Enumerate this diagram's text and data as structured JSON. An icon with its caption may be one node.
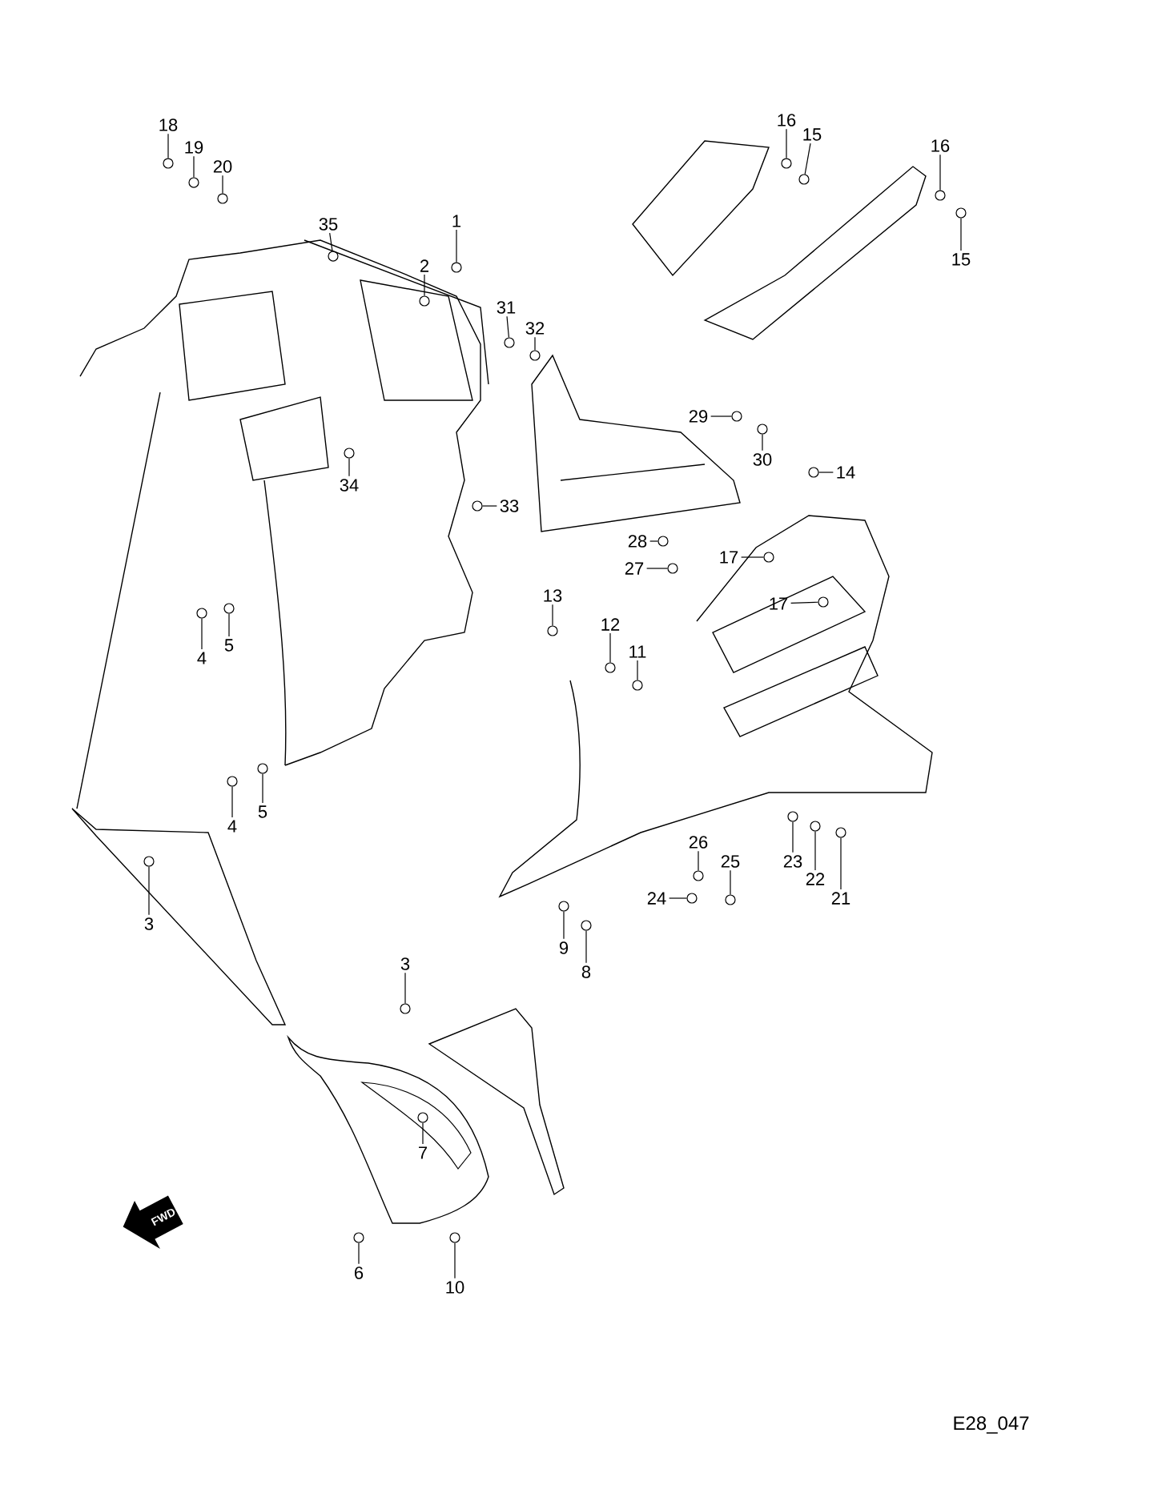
{
  "diagram": {
    "nodes": [
      {
        "text": [
          "18"
        ]
      },
      {
        "text": [
          "19"
        ]
      },
      {
        "text": [
          "20"
        ]
      },
      {
        "text": [
          "35"
        ]
      },
      {
        "text": [
          "1"
        ]
      },
      {
        "text": [
          "2"
        ]
      },
      {
        "text": [
          "31"
        ]
      },
      {
        "text": [
          "32"
        ]
      },
      {
        "text": [
          "34"
        ]
      },
      {
        "text": [
          "33"
        ]
      },
      {
        "text": [
          "16"
        ]
      },
      {
        "text": [
          "15"
        ]
      },
      {
        "text": [
          "16"
        ]
      },
      {
        "text": [
          "15"
        ]
      },
      {
        "text": [
          "29"
        ]
      },
      {
        "text": [
          "30"
        ]
      },
      {
        "text": [
          "14"
        ]
      },
      {
        "text": [
          "28"
        ]
      },
      {
        "text": [
          "27"
        ]
      },
      {
        "text": [
          "17"
        ]
      },
      {
        "text": [
          "17"
        ]
      },
      {
        "text": [
          "13"
        ]
      },
      {
        "text": [
          "12"
        ]
      },
      {
        "text": [
          "11"
        ]
      },
      {
        "text": [
          "4"
        ]
      },
      {
        "text": [
          "5"
        ]
      },
      {
        "text": [
          "4"
        ]
      },
      {
        "text": [
          "5"
        ]
      },
      {
        "text": [
          "3"
        ]
      },
      {
        "text": [
          "26"
        ]
      },
      {
        "text": [
          "25"
        ]
      },
      {
        "text": [
          "24"
        ]
      },
      {
        "text": [
          "23"
        ]
      },
      {
        "text": [
          "22"
        ]
      },
      {
        "text": [
          "21"
        ]
      },
      {
        "text": [
          "9"
        ]
      },
      {
        "text": [
          "8"
        ]
      },
      {
        "text": [
          "3"
        ]
      },
      {
        "text": [
          "7"
        ]
      },
      {
        "text": [
          "6"
        ]
      },
      {
        "text": [
          "10"
        ]
      },
      {
        "text": [],
        "shape": "circle"
      },
      {
        "text": [],
        "shape": "circle"
      },
      {
        "text": [],
        "shape": "circle"
      },
      {
        "text": [],
        "shape": "circle"
      },
      {
        "text": [],
        "shape": "circle"
      },
      {
        "text": [],
        "shape": "circle"
      },
      {
        "text": [],
        "shape": "circle"
      },
      {
        "text": [],
        "shape": "circle"
      },
      {
        "text": [],
        "shape": "circle"
      },
      {
        "text": [],
        "shape": "circle"
      },
      {
        "text": [],
        "shape": "circle"
      },
      {
        "text": [],
        "shape": "circle"
      },
      {
        "text": [],
        "shape": "circle"
      },
      {
        "text": [],
        "shape": "circle"
      },
      {
        "text": [],
        "shape": "circle"
      },
      {
        "text": [],
        "shape": "circle"
      },
      {
        "text": [],
        "shape": "circle"
      },
      {
        "text": [],
        "shape": "circle"
      },
      {
        "text": [],
        "shape": "circle"
      },
      {
        "text": [],
        "shape": "circle"
      },
      {
        "text": [],
        "shape": "circle"
      },
      {
        "text": [],
        "shape": "circle"
      },
      {
        "text": [],
        "shape": "circle"
      },
      {
        "text": [],
        "shape": "circle"
      },
      {
        "text": [],
        "shape": "circle"
      },
      {
        "text": [],
        "shape": "circle"
      },
      {
        "text": [],
        "shape": "circle"
      },
      {
        "text": [],
        "shape": "circle"
      },
      {
        "text": [],
        "shape": "circle"
      },
      {
        "text": [],
        "shape": "circle"
      },
      {
        "text": [],
        "shape": "circle"
      },
      {
        "text": [],
        "shape": "circle"
      },
      {
        "text": [],
        "shape": "circle"
      },
      {
        "text": [],
        "shape": "circle"
      },
      {
        "text": [],
        "shape": "circle"
      },
      {
        "text": [],
        "shape": "circle"
      },
      {
        "text": [],
        "shape": "circle"
      },
      {
        "text": [],
        "shape": "circle"
      },
      {
        "text": [],
        "shape": "circle"
      },
      {
        "text": [],
        "shape": "circle"
      },
      {
        "text": [],
        "shape": "circle"
      }
    ],
    "edges": [
      {
        "from": 0,
        "to": 41,
        "arrow": "none"
      },
      {
        "from": 1,
        "to": 42,
        "arrow": "none"
      },
      {
        "from": 2,
        "to": 43,
        "arrow": "none"
      },
      {
        "from": 3,
        "to": 44,
        "arrow": "none"
      },
      {
        "from": 4,
        "to": 45,
        "arrow": "none"
      },
      {
        "from": 5,
        "to": 46,
        "arrow": "none"
      },
      {
        "from": 6,
        "to": 47,
        "arrow": "none"
      },
      {
        "from": 7,
        "to": 48,
        "arrow": "none"
      },
      {
        "from": 8,
        "to": 49,
        "arrow": "none"
      },
      {
        "from": 9,
        "to": 50,
        "arrow": "none"
      },
      {
        "from": 10,
        "to": 51,
        "arrow": "none"
      },
      {
        "from": 11,
        "to": 52,
        "arrow": "none"
      },
      {
        "from": 12,
        "to": 53,
        "arrow": "none"
      },
      {
        "from": 13,
        "to": 54,
        "arrow": "none"
      },
      {
        "from": 14,
        "to": 55,
        "arrow": "none"
      },
      {
        "from": 15,
        "to": 56,
        "arrow": "none"
      },
      {
        "from": 16,
        "to": 57,
        "arrow": "none"
      },
      {
        "from": 17,
        "to": 58,
        "arrow": "none"
      },
      {
        "from": 18,
        "to": 59,
        "arrow": "none"
      },
      {
        "from": 19,
        "to": 60,
        "arrow": "none"
      },
      {
        "from": 20,
        "to": 61,
        "arrow": "none"
      },
      {
        "from": 21,
        "to": 62,
        "arrow": "none"
      },
      {
        "from": 22,
        "to": 63,
        "arrow": "none"
      },
      {
        "from": 23,
        "to": 64,
        "arrow": "none"
      },
      {
        "from": 24,
        "to": 65,
        "arrow": "none"
      },
      {
        "from": 25,
        "to": 66,
        "arrow": "none"
      },
      {
        "from": 26,
        "to": 67,
        "arrow": "none"
      },
      {
        "from": 27,
        "to": 68,
        "arrow": "none"
      },
      {
        "from": 28,
        "to": 69,
        "arrow": "none"
      },
      {
        "from": 29,
        "to": 70,
        "arrow": "none"
      },
      {
        "from": 30,
        "to": 71,
        "arrow": "none"
      },
      {
        "from": 31,
        "to": 72,
        "arrow": "none"
      },
      {
        "from": 32,
        "to": 73,
        "arrow": "none"
      },
      {
        "from": 33,
        "to": 74,
        "arrow": "none"
      },
      {
        "from": 34,
        "to": 75,
        "arrow": "none"
      },
      {
        "from": 35,
        "to": 76,
        "arrow": "none"
      },
      {
        "from": 36,
        "to": 77,
        "arrow": "none"
      },
      {
        "from": 37,
        "to": 78,
        "arrow": "none"
      },
      {
        "from": 38,
        "to": 79,
        "arrow": "none"
      },
      {
        "from": 39,
        "to": 80,
        "arrow": "none"
      },
      {
        "from": 40,
        "to": 81,
        "arrow": "none"
      }
    ],
    "labels": [
      "FWD",
      "E28_047"
    ]
  }
}
